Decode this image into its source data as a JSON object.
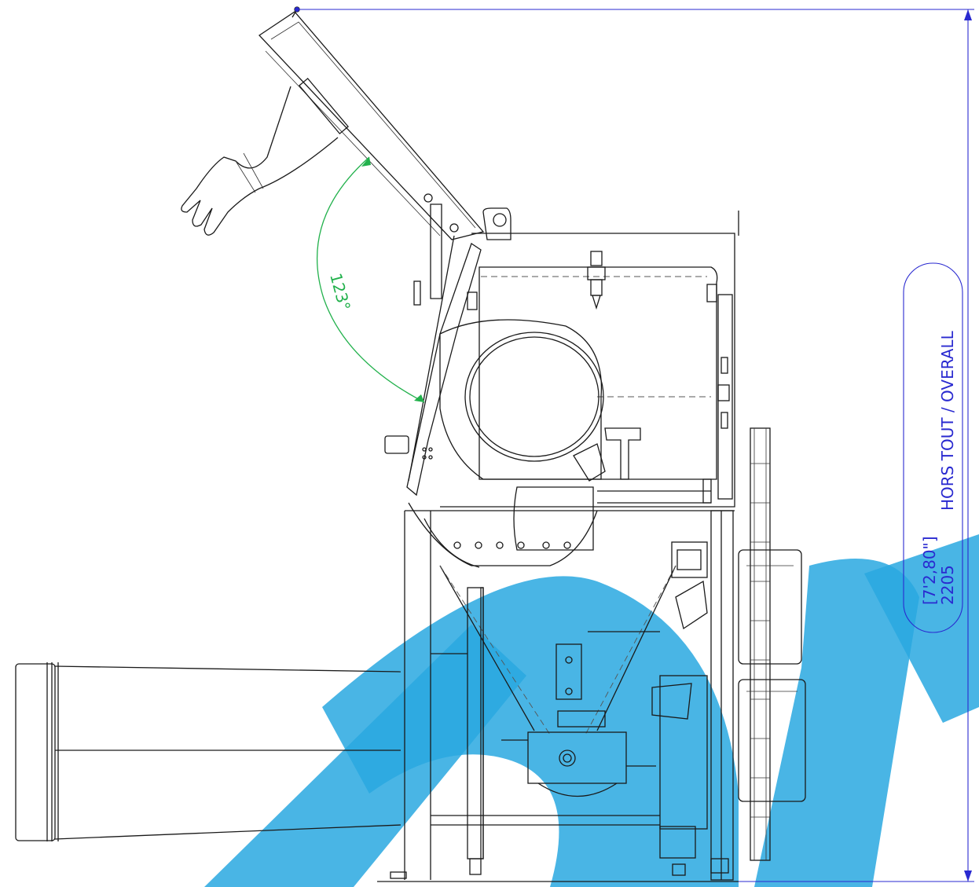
{
  "angle_label": "123°",
  "dimension": {
    "mm": "2205",
    "imperial": "[7'2,80\"]",
    "label": "HORS TOUT / OVERALL"
  },
  "colors": {
    "dimension": "#2a2ad0",
    "angle": "#22b14c",
    "watermark": "#29a8e0",
    "line": "#1a1a1a"
  }
}
